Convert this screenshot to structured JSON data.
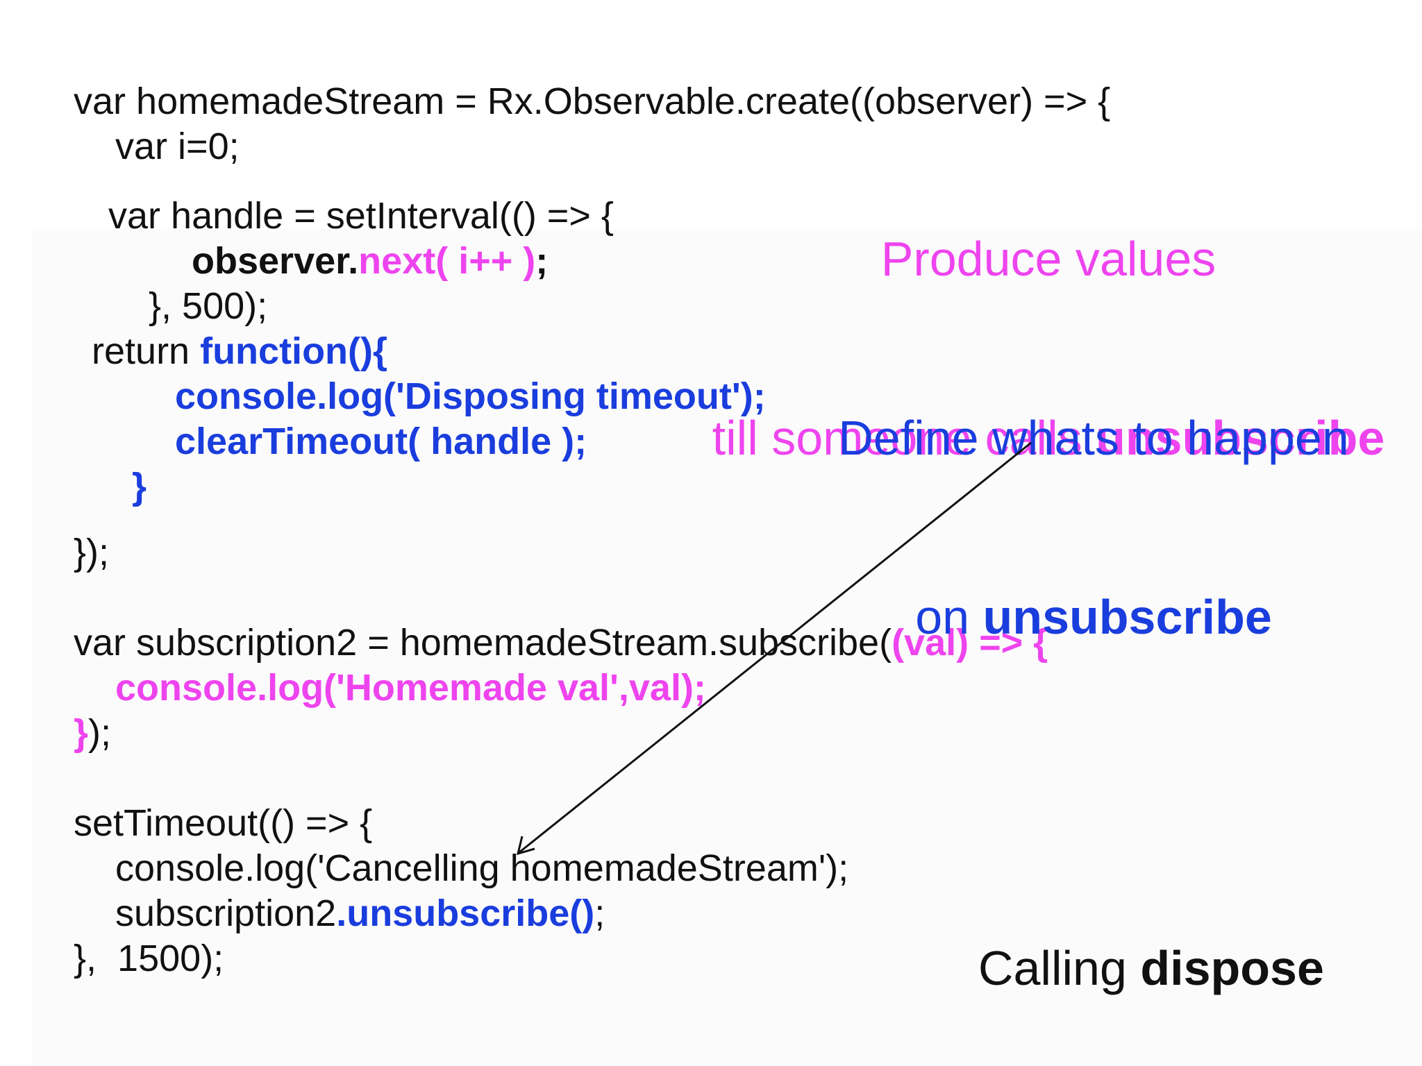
{
  "colors": {
    "accent_pink": "#ee44ee",
    "accent_blue": "#1a3ddd",
    "text": "#111111"
  },
  "code": {
    "l1": "var homemadeStream = Rx.Observable.create((observer) => {",
    "l2": "var i=0;",
    "l3": "var handle = setInterval(() => {",
    "l4_obs": "observer.",
    "l4_next": "next( i++ )",
    "l4_semi": ";",
    "l5": "}, 500);",
    "l6_ret": "return ",
    "l6_fn": "function(){",
    "l7": "console.log('Disposing timeout');",
    "l8": "clearTimeout( handle );",
    "l9": "}",
    "l10": "});",
    "l11_a": "var subscription2 = homemadeStream.subscribe(",
    "l11_b": "(val) => {",
    "l12": "console.log('Homemade val',val);",
    "l13_brace": "}",
    "l13_rest": ");",
    "l14": "setTimeout(() => {",
    "l15": "console.log('Cancelling homemadeStream');",
    "l16_a": "subscription2",
    "l16_b": ".unsubscribe()",
    "l16_c": ";",
    "l17": "},  1500);"
  },
  "notes": {
    "produce_line1": "Produce values",
    "produce_line2_a": "till someone calls ",
    "produce_line2_b": "unsubscribe",
    "define_line1": "Define whats to happen",
    "define_line2_a": "on ",
    "define_line2_b": "unsubscribe",
    "calling_a": "Calling ",
    "calling_b": "dispose"
  }
}
